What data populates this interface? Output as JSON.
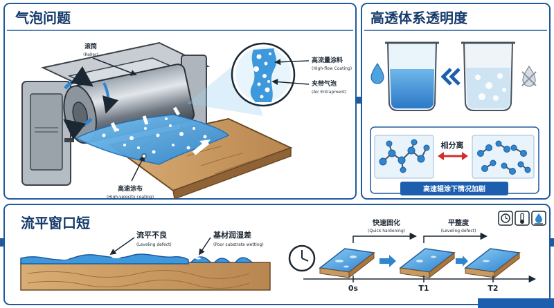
{
  "panels": {
    "bubbles": {
      "title": "气泡问题",
      "roller_cn": "滚筒",
      "roller_en": "(Roller)",
      "highflow_cn": "高流量涂料",
      "highflow_en": "(High-flow Coating)",
      "air_cn": "夹带气泡",
      "air_en": "(Air Entrapment)",
      "highspeed_cn": "高速涂布",
      "highspeed_en": "(High-velocity coating)"
    },
    "transparency": {
      "title": "高透体系透明度",
      "separation": "相分离",
      "caption": "高速辊涂下情况加剧"
    },
    "window": {
      "title": "流平窗口短",
      "leveling_cn": "流平不良",
      "leveling_en": "(Leveling defect)",
      "wetting_cn": "基材润湿差",
      "wetting_en": "(Poor substrate wetting)",
      "quick_cn": "快速固化",
      "quick_en": "(Quick hardening)",
      "flat_cn": "平整度",
      "flat_en": "(Leveling defect)",
      "t0": "0s",
      "t1": "T1",
      "t2": "T2"
    }
  },
  "colors": {
    "frame": "#1f5a9e",
    "title": "#153a6b",
    "coating": "#4da3e0",
    "wood": "#c89a63",
    "bluebar": "#1d5fae"
  }
}
